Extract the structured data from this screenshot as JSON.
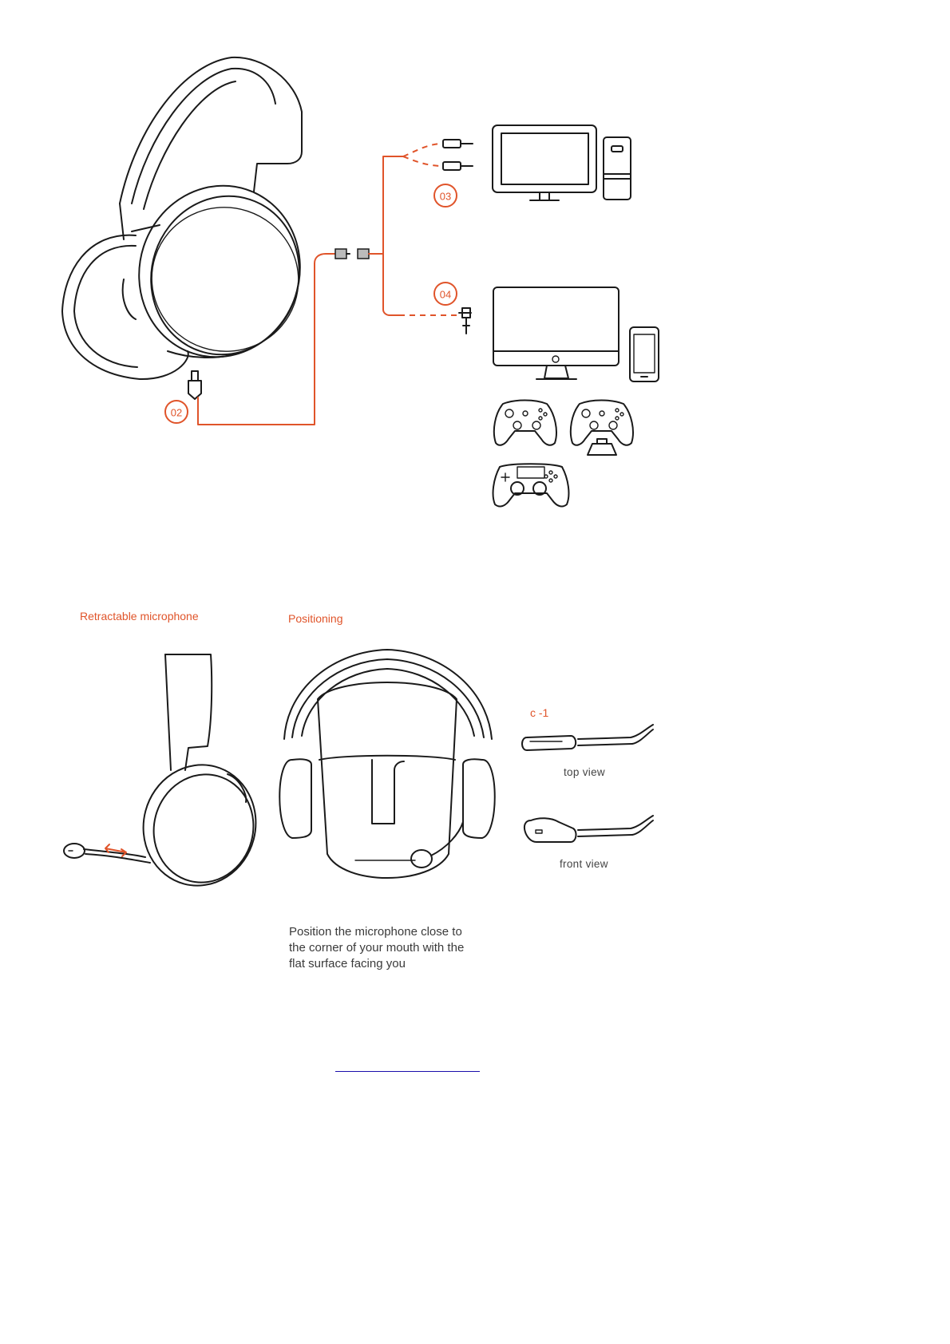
{
  "callouts": {
    "c02": "02",
    "c03": "03",
    "c04": "04"
  },
  "sections": {
    "retractable_title": "Retractable microphone",
    "positioning_title": "Positioning"
  },
  "mic_views": {
    "label": "c -1",
    "top_view": "top view",
    "front_view": "front view"
  },
  "instruction": "Position the microphone close to\nthe corner of your mouth with the\nflat surface facing you",
  "colors": {
    "accent": "#e0542a",
    "ink": "#1a1a1a",
    "link": "#1a0dab"
  }
}
